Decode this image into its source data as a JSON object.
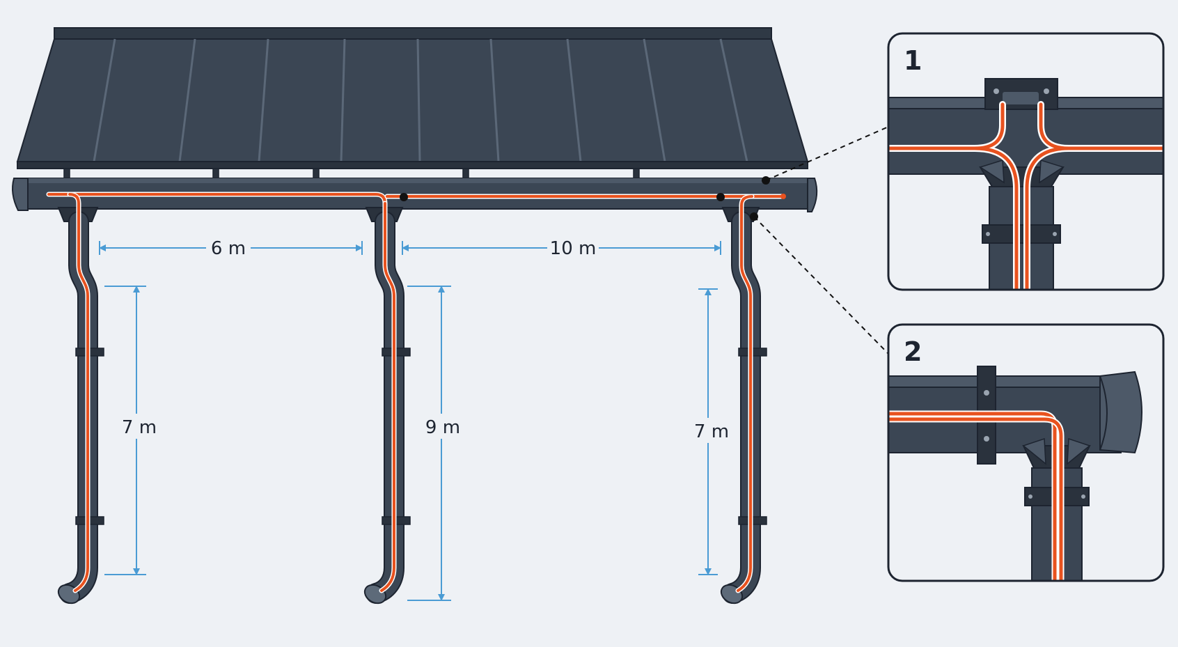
{
  "dimensions": {
    "span_left": "6 m",
    "span_right": "10 m",
    "height_left": "7 m",
    "height_middle": "9 m",
    "height_right": "7 m"
  },
  "details": {
    "panel_1_number": "1",
    "panel_2_number": "2"
  },
  "colors": {
    "background": "#eef1f5",
    "metal": "#3b4654",
    "metal_dark": "#2a323d",
    "heating_cable": "#e8521f",
    "dimension_line": "#4a9bd4",
    "panel_border": "#1d2430"
  }
}
